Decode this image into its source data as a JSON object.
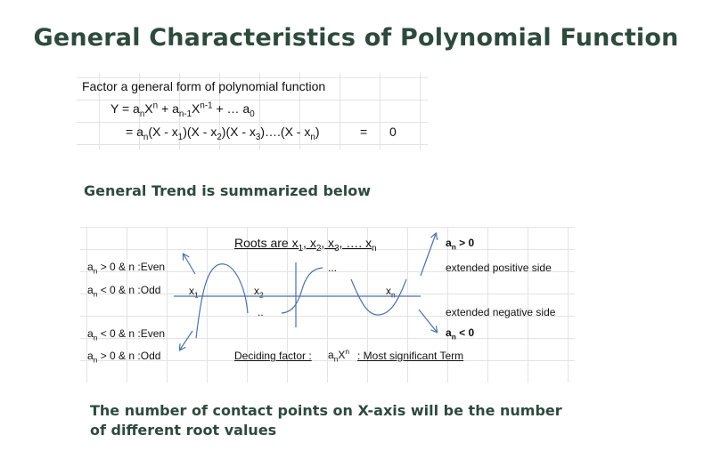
{
  "title": "General Characteristics of Polynomial Function",
  "factor": {
    "line1": "Factor a general form of polynomial function",
    "y_eq": "Y =",
    "a": "a",
    "n": "n",
    "X": "X",
    "nminus1": "n-1",
    "plus": "+",
    "ellipsis_plus": "+ … a",
    "zero": "0",
    "eq2": "=",
    "prod_a": "a",
    "prod_rest1": "(X - x",
    "one": "1",
    "prod_rest2": ")(X - x",
    "two": "2",
    "three": "3",
    "prod_rest3": ")….(X - x",
    "close": ")",
    "eq3": "=",
    "result": "0"
  },
  "trend_heading": "General Trend is summarized below",
  "trend": {
    "roots_prefix": "Roots are x",
    "sub1": "1",
    "sub2": "2",
    "sub3": "3",
    "subn": "n",
    "comma": ",",
    "roots_dots": ", …. x",
    "row1": "> 0  & n :Even",
    "row2": "< 0  & n :Odd",
    "row3": "< 0  & n :Even",
    "row4": "> 0  & n :Odd",
    "a_letter": "a",
    "an_pos": "> 0",
    "an_neg": "< 0",
    "ext_pos": "extended positive side",
    "ext_neg": "extended negative side",
    "x_label": "x",
    "dots_small": "..",
    "dots_top": "...",
    "deciding": "Deciding factor :",
    "an_x": "X",
    "most_sig": ": Most significant Term"
  },
  "bottom_line1": "The number of contact points on X-axis will be the number",
  "bottom_line2": "of different root values",
  "colors": {
    "heading": "#2e4a3c",
    "curve": "#4a72a8",
    "grid": "#e3e3e3"
  }
}
